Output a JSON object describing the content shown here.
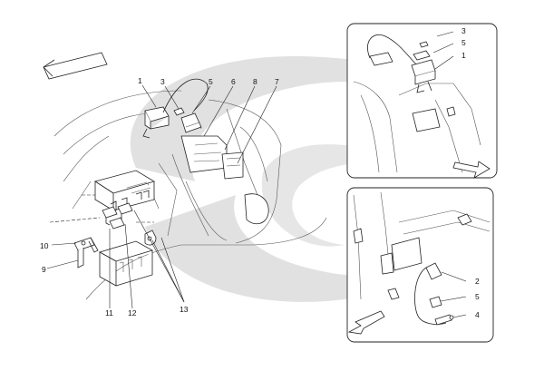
{
  "colors": {
    "watermark": "#dcdcdc",
    "line": "#222222",
    "background": "#ffffff"
  },
  "watermark": {
    "icon": "maserati-trident-logo"
  },
  "main_view": {
    "callouts": {
      "c1": "1",
      "c3": "3",
      "c5": "5",
      "c6": "6",
      "c7": "7",
      "c8": "8",
      "c9": "9",
      "c10": "10",
      "c11": "11",
      "c12": "12",
      "c13": "13"
    }
  },
  "inset_top": {
    "callouts": {
      "c3": "3",
      "c5": "5",
      "c1": "1"
    }
  },
  "inset_bottom": {
    "callouts": {
      "c2": "2",
      "c5": "5",
      "c4": "4"
    }
  }
}
